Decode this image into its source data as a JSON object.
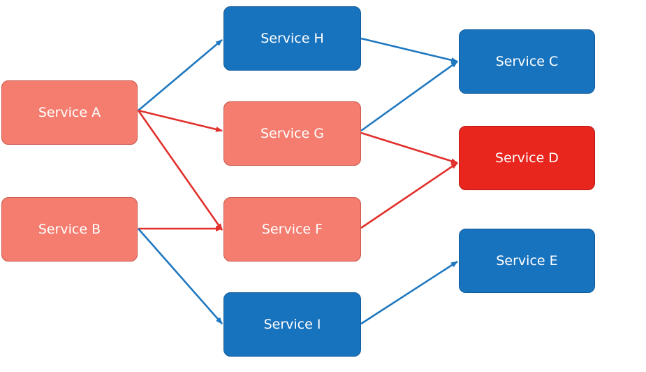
{
  "colors": {
    "healthy": "#1873be",
    "affected": "#f47d6f",
    "failing": "#e8261e",
    "edge_healthy": "#1f78c0",
    "edge_affected": "#e1302b"
  },
  "nodes": {
    "A": {
      "label": "Service A",
      "state": "affected"
    },
    "B": {
      "label": "Service B",
      "state": "affected"
    },
    "C": {
      "label": "Service C",
      "state": "healthy"
    },
    "D": {
      "label": "Service D",
      "state": "failing"
    },
    "E": {
      "label": "Service E",
      "state": "healthy"
    },
    "F": {
      "label": "Service F",
      "state": "affected"
    },
    "G": {
      "label": "Service G",
      "state": "affected"
    },
    "H": {
      "label": "Service H",
      "state": "healthy"
    },
    "I": {
      "label": "Service I",
      "state": "healthy"
    }
  },
  "edges": [
    {
      "from": "A",
      "to": "H",
      "kind": "healthy"
    },
    {
      "from": "A",
      "to": "G",
      "kind": "affected"
    },
    {
      "from": "A",
      "to": "F",
      "kind": "affected"
    },
    {
      "from": "B",
      "to": "F",
      "kind": "affected"
    },
    {
      "from": "B",
      "to": "I",
      "kind": "healthy"
    },
    {
      "from": "H",
      "to": "C",
      "kind": "healthy"
    },
    {
      "from": "G",
      "to": "C",
      "kind": "healthy"
    },
    {
      "from": "G",
      "to": "D",
      "kind": "affected"
    },
    {
      "from": "F",
      "to": "D",
      "kind": "affected"
    },
    {
      "from": "I",
      "to": "E",
      "kind": "healthy"
    }
  ]
}
